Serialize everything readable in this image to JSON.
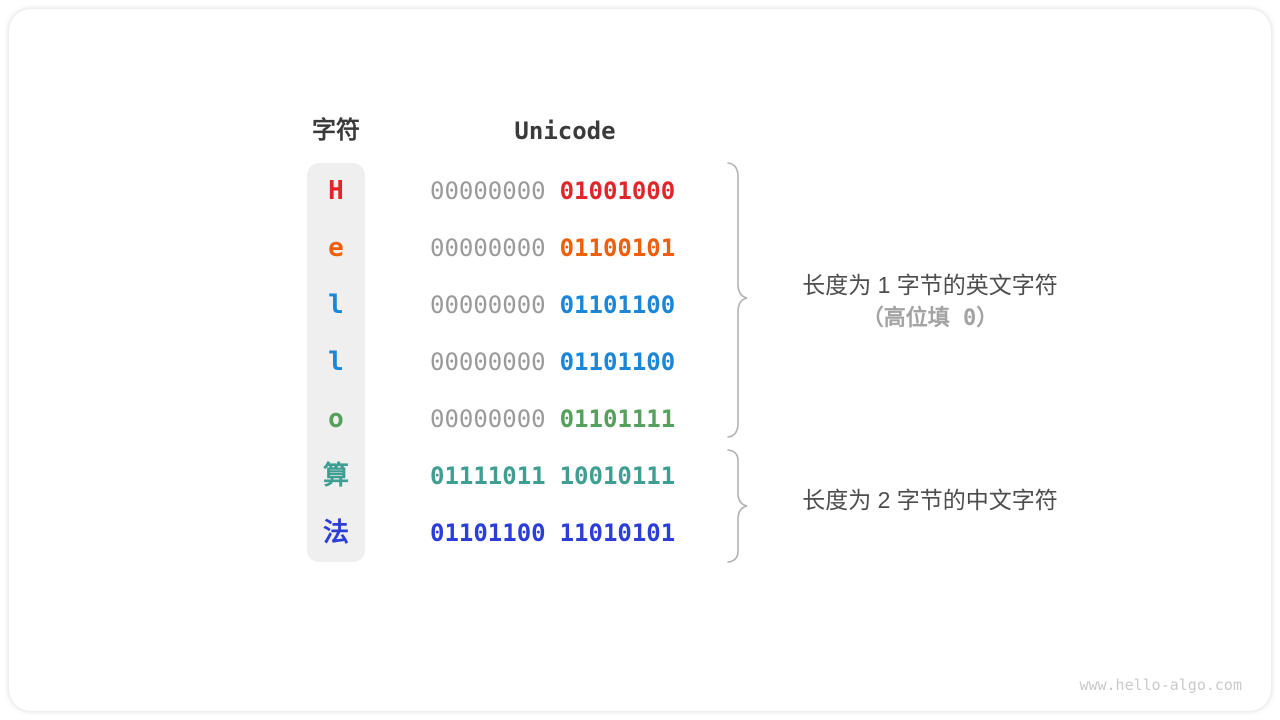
{
  "header": {
    "char_label": "字符",
    "unicode_label": "Unicode"
  },
  "table": {
    "rows": [
      {
        "char": "H",
        "char_color": "#e0262b",
        "byte1": "00000000",
        "byte1_color": "#9a9a9a",
        "byte1_bold": false,
        "byte2": "01001000",
        "byte2_color": "#e0262b"
      },
      {
        "char": "e",
        "char_color": "#ee5f0b",
        "byte1": "00000000",
        "byte1_color": "#9a9a9a",
        "byte1_bold": false,
        "byte2": "01100101",
        "byte2_color": "#ee5f0b"
      },
      {
        "char": "l",
        "char_color": "#1b86d8",
        "byte1": "00000000",
        "byte1_color": "#9a9a9a",
        "byte1_bold": false,
        "byte2": "01101100",
        "byte2_color": "#1b86d8"
      },
      {
        "char": "l",
        "char_color": "#1b86d8",
        "byte1": "00000000",
        "byte1_color": "#9a9a9a",
        "byte1_bold": false,
        "byte2": "01101100",
        "byte2_color": "#1b86d8"
      },
      {
        "char": "o",
        "char_color": "#55a05c",
        "byte1": "00000000",
        "byte1_color": "#9a9a9a",
        "byte1_bold": false,
        "byte2": "01101111",
        "byte2_color": "#55a05c"
      },
      {
        "char": "算",
        "char_color": "#3e9e91",
        "byte1": "01111011",
        "byte1_color": "#3e9e91",
        "byte1_bold": true,
        "byte2": "10010111",
        "byte2_color": "#3e9e91"
      },
      {
        "char": "法",
        "char_color": "#2c3ed8",
        "byte1": "01101100",
        "byte1_color": "#2c3ed8",
        "byte1_bold": true,
        "byte2": "11010101",
        "byte2_color": "#2c3ed8"
      }
    ]
  },
  "annotations": {
    "english_group": {
      "line1": "长度为 1 字节的英文字符",
      "line2": "（高位填 0）"
    },
    "chinese_group": {
      "line1": "长度为 2 字节的中文字符"
    }
  },
  "watermark": "www.hello-algo.com",
  "colors": {
    "header_text": "#3a3a3a",
    "char_column_bg": "#efefef",
    "brace": "#b2b2b2",
    "annotation_primary": "#4d4d4d",
    "annotation_secondary": "#a3a3a3",
    "watermark": "#c9c9c9"
  }
}
